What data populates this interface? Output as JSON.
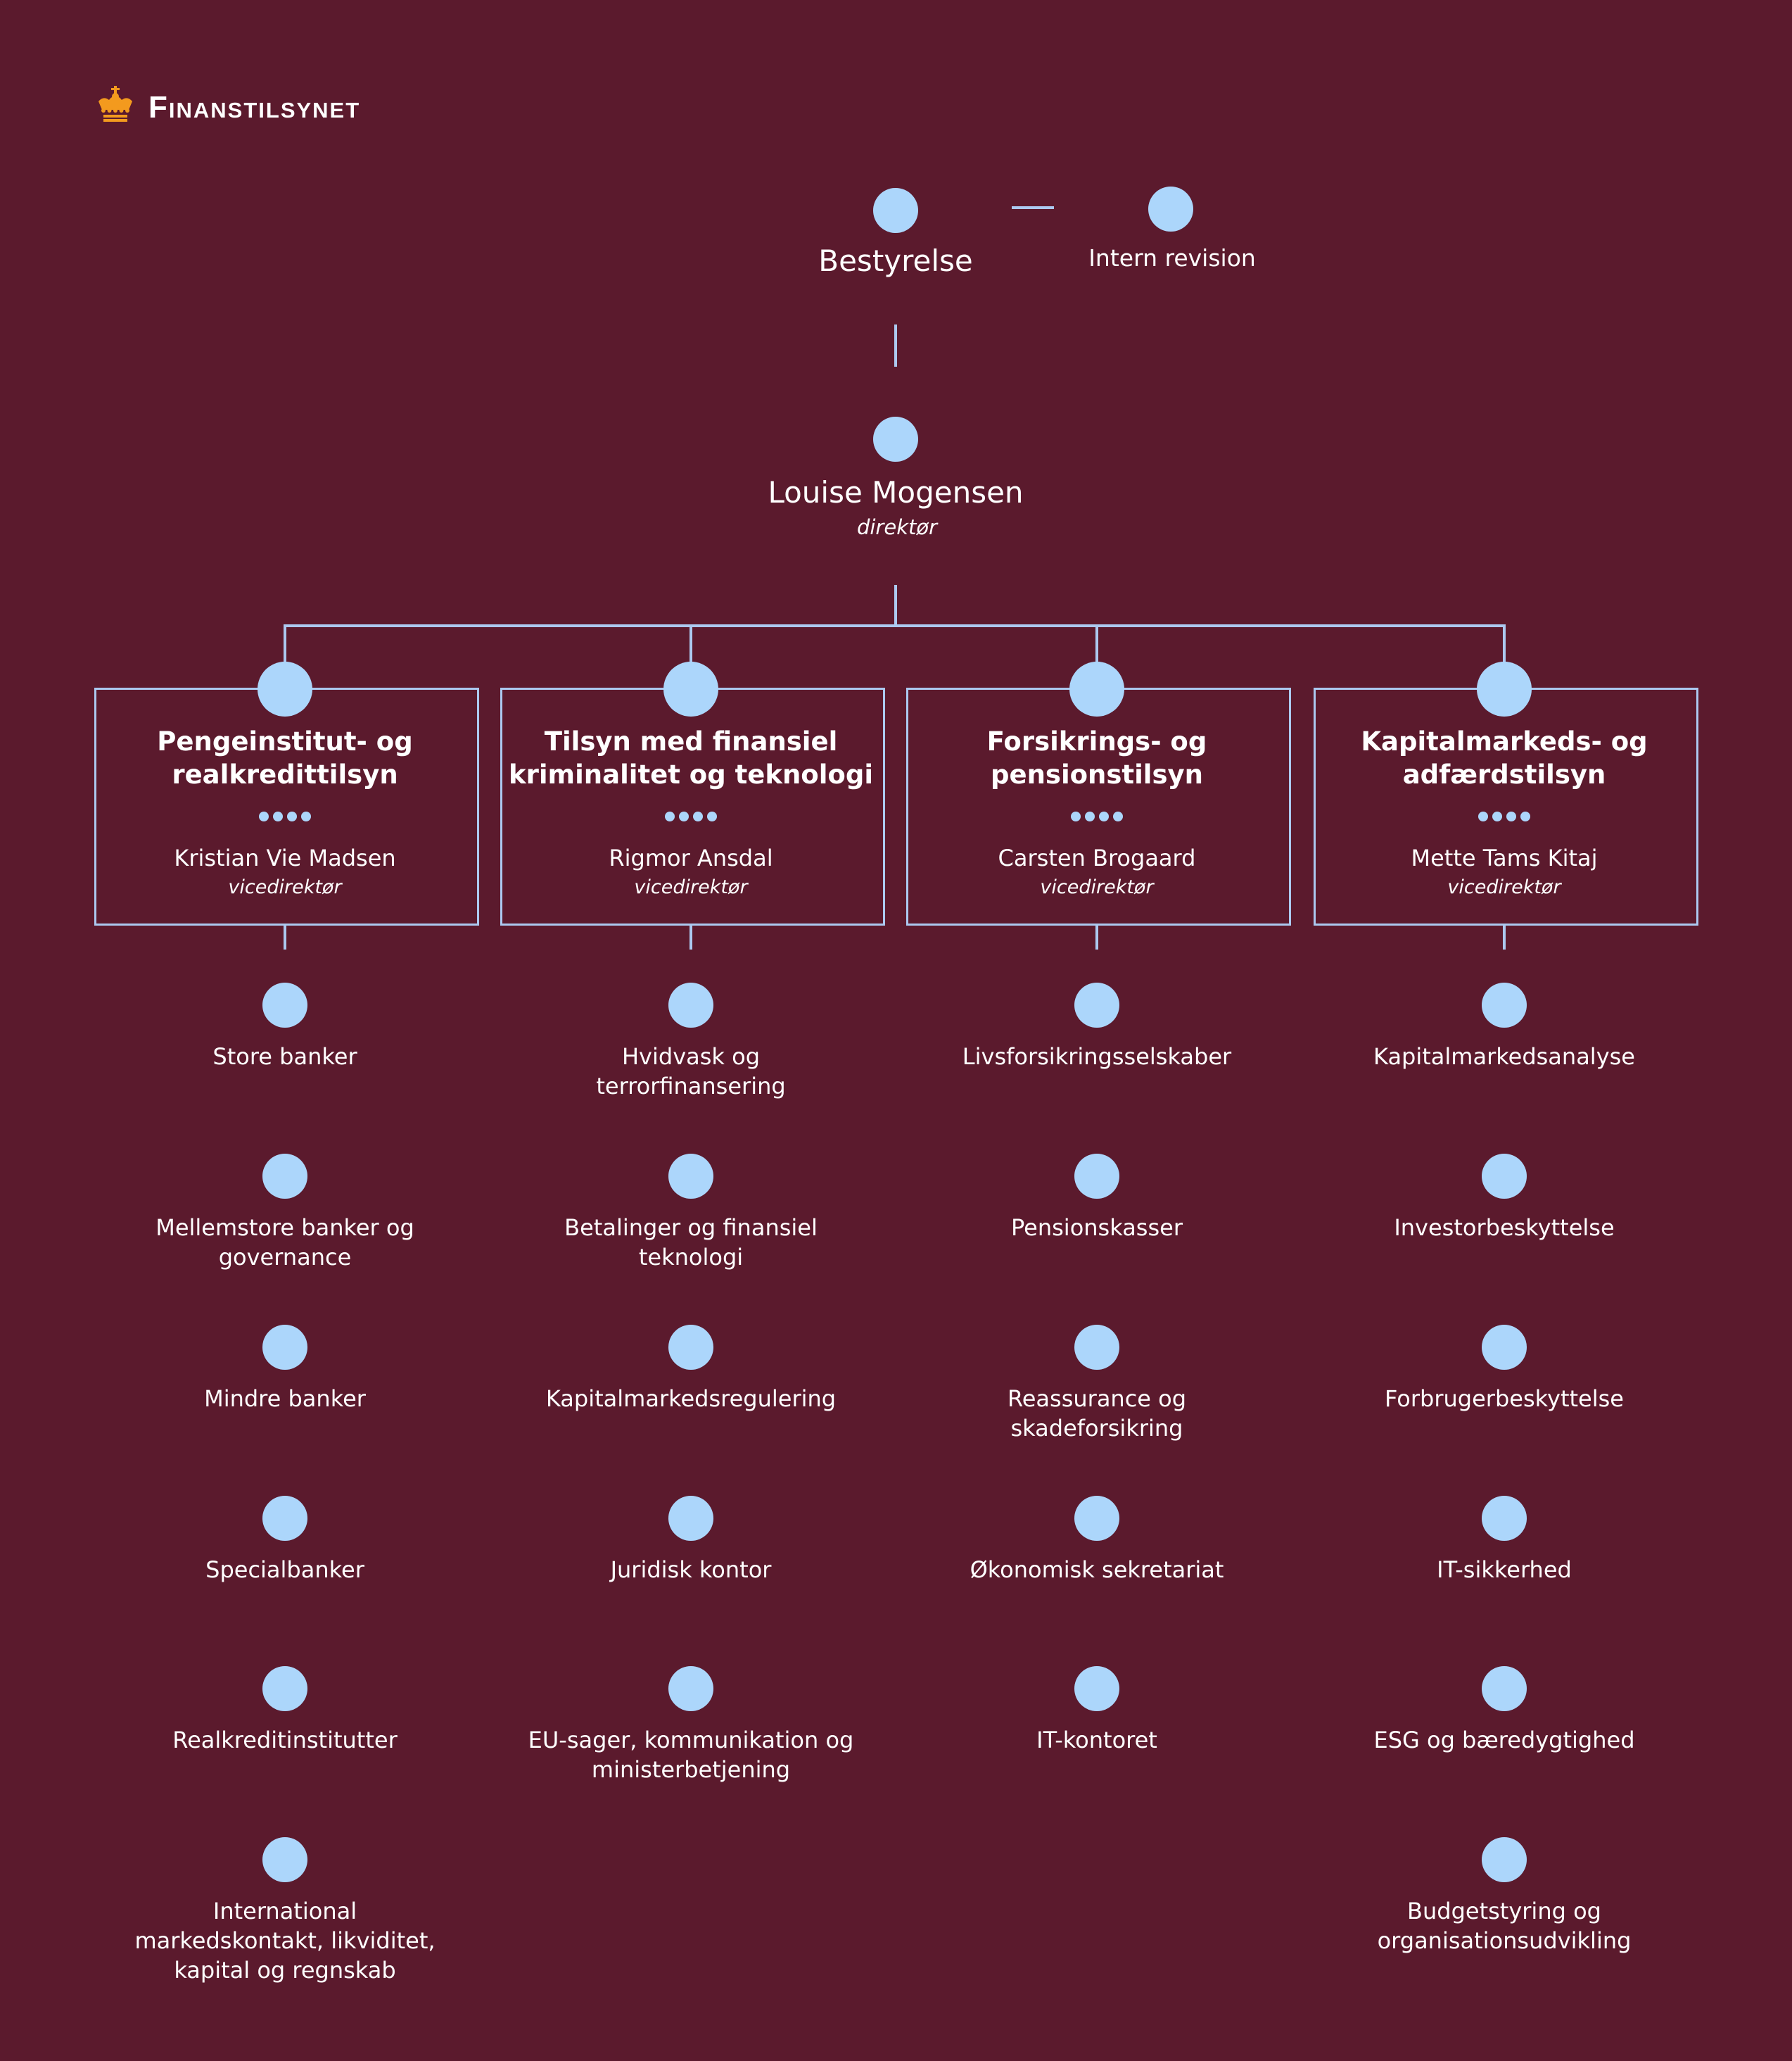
{
  "logo": {
    "text": "Finanstilsynet",
    "icon": "crown-icon",
    "color": "#f39a1e"
  },
  "board": {
    "label": "Bestyrelse"
  },
  "audit": {
    "label": "Intern revision"
  },
  "director": {
    "name": "Louise Mogensen",
    "title": "direktør"
  },
  "colors": {
    "background": "#5b1a2d",
    "node": "#acd6fb",
    "line": "#acc9f0"
  },
  "divisions": [
    {
      "title": "Pengeinstitut- og\nrealkredittilsyn",
      "head": "Kristian Vie Madsen",
      "role": "vicedirektør",
      "units": [
        "Store banker",
        "Mellemstore banker og\ngovernance",
        "Mindre banker",
        "Specialbanker",
        "Realkreditinstitutter",
        "International\nmarkedskontakt, likviditet,\nkapital og regnskab"
      ]
    },
    {
      "title": "Tilsyn med finansiel\nkriminalitet og teknologi",
      "head": "Rigmor Ansdal",
      "role": "vicedirektør",
      "units": [
        "Hvidvask og\nterrorfinansering",
        "Betalinger og finansiel\nteknologi",
        "Kapitalmarkedsregulering",
        "Juridisk kontor",
        "EU-sager, kommunikation og\nministerbetjening"
      ]
    },
    {
      "title": "Forsikrings- og\npensionstilsyn",
      "head": "Carsten Brogaard",
      "role": "vicedirektør",
      "units": [
        "Livsforsikringsselskaber",
        "Pensionskasser",
        "Reassurance og\nskadeforsikring",
        "Økonomisk sekretariat",
        "IT-kontoret"
      ]
    },
    {
      "title": "Kapitalmarkeds- og\nadfærdstilsyn",
      "head": "Mette Tams Kitaj",
      "role": "vicedirektør",
      "units": [
        "Kapitalmarkedsanalyse",
        "Investorbeskyttelse",
        "Forbrugerbeskyttelse",
        "IT-sikkerhed",
        "ESG og bæredygtighed",
        "Budgetstyring og\norganisationsudvikling"
      ]
    }
  ]
}
